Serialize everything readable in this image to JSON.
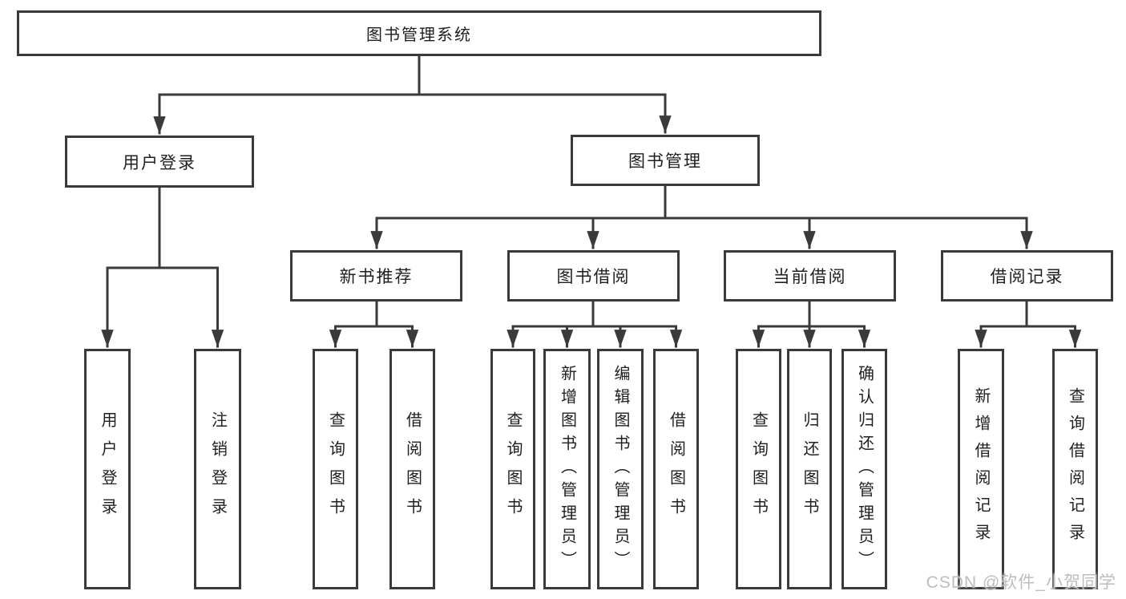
{
  "diagram": {
    "root": {
      "label": "图书管理系统"
    },
    "login_branch": {
      "label": "用户登录",
      "children": [
        {
          "label": "用户登录"
        },
        {
          "label": "注销登录"
        }
      ]
    },
    "mgmt_branch": {
      "label": "图书管理",
      "sections": [
        {
          "label": "新书推荐",
          "children": [
            {
              "label": "查询图书"
            },
            {
              "label": "借阅图书"
            }
          ]
        },
        {
          "label": "图书借阅",
          "children": [
            {
              "label": "查询图书"
            },
            {
              "label": "新增图书（管理员）"
            },
            {
              "label": "编辑图书（管理员）"
            },
            {
              "label": "借阅图书"
            }
          ]
        },
        {
          "label": "当前借阅",
          "children": [
            {
              "label": "查询图书"
            },
            {
              "label": "归还图书"
            },
            {
              "label": "确认归还（管理员）"
            }
          ]
        },
        {
          "label": "借阅记录",
          "children": [
            {
              "label": "新增借阅记录"
            },
            {
              "label": "查询借阅记录"
            }
          ]
        }
      ]
    }
  },
  "watermark": {
    "text": "CSDN @软件_小贺同学"
  },
  "colors": {
    "line": "#3a3a3a",
    "text": "#1f1f1f",
    "watermark": "#bdbdbd",
    "background": "#ffffff"
  }
}
